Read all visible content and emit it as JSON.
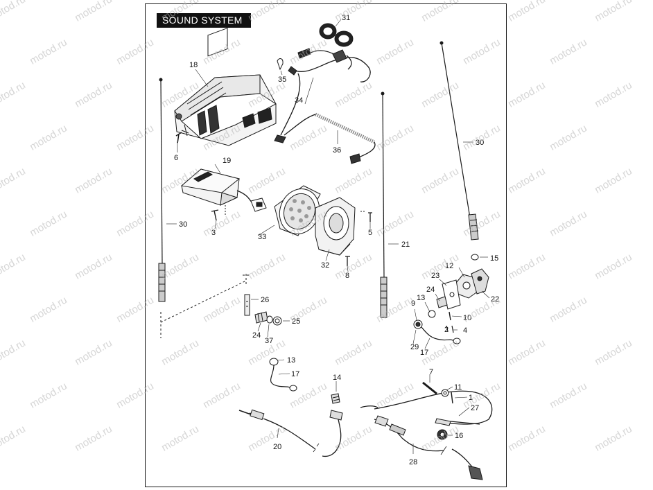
{
  "title": "SOUND SYSTEM",
  "watermark": "motod.ru",
  "colors": {
    "ink": "#1a1a1a",
    "background": "#ffffff",
    "title_bg": "#111111",
    "title_fg": "#ffffff"
  },
  "callouts": [
    {
      "id": "c31",
      "label": "31"
    },
    {
      "id": "c18",
      "label": "18"
    },
    {
      "id": "c35",
      "label": "35"
    },
    {
      "id": "c34",
      "label": "34"
    },
    {
      "id": "c6",
      "label": "6"
    },
    {
      "id": "c36",
      "label": "36"
    },
    {
      "id": "c30a",
      "label": "30"
    },
    {
      "id": "c19",
      "label": "19"
    },
    {
      "id": "c3",
      "label": "3"
    },
    {
      "id": "c30b",
      "label": "30"
    },
    {
      "id": "c33",
      "label": "33"
    },
    {
      "id": "c5",
      "label": "5"
    },
    {
      "id": "c21",
      "label": "21"
    },
    {
      "id": "c32",
      "label": "32"
    },
    {
      "id": "c8",
      "label": "8"
    },
    {
      "id": "c15",
      "label": "15"
    },
    {
      "id": "c12",
      "label": "12"
    },
    {
      "id": "c23",
      "label": "23"
    },
    {
      "id": "c22",
      "label": "22"
    },
    {
      "id": "c24a",
      "label": "24"
    },
    {
      "id": "c13a",
      "label": "13"
    },
    {
      "id": "c9",
      "label": "9"
    },
    {
      "id": "c10",
      "label": "10"
    },
    {
      "id": "c26",
      "label": "26"
    },
    {
      "id": "c2",
      "label": "2"
    },
    {
      "id": "c4",
      "label": "4"
    },
    {
      "id": "c25",
      "label": "25"
    },
    {
      "id": "c24b",
      "label": "24"
    },
    {
      "id": "c37",
      "label": "37"
    },
    {
      "id": "c29",
      "label": "29"
    },
    {
      "id": "c17a",
      "label": "17"
    },
    {
      "id": "c13b",
      "label": "13"
    },
    {
      "id": "c17b",
      "label": "17"
    },
    {
      "id": "c7",
      "label": "7"
    },
    {
      "id": "c14",
      "label": "14"
    },
    {
      "id": "c11",
      "label": "11"
    },
    {
      "id": "c1",
      "label": "1"
    },
    {
      "id": "c27",
      "label": "27"
    },
    {
      "id": "c16",
      "label": "16"
    },
    {
      "id": "c20",
      "label": "20"
    },
    {
      "id": "c28",
      "label": "28"
    }
  ]
}
